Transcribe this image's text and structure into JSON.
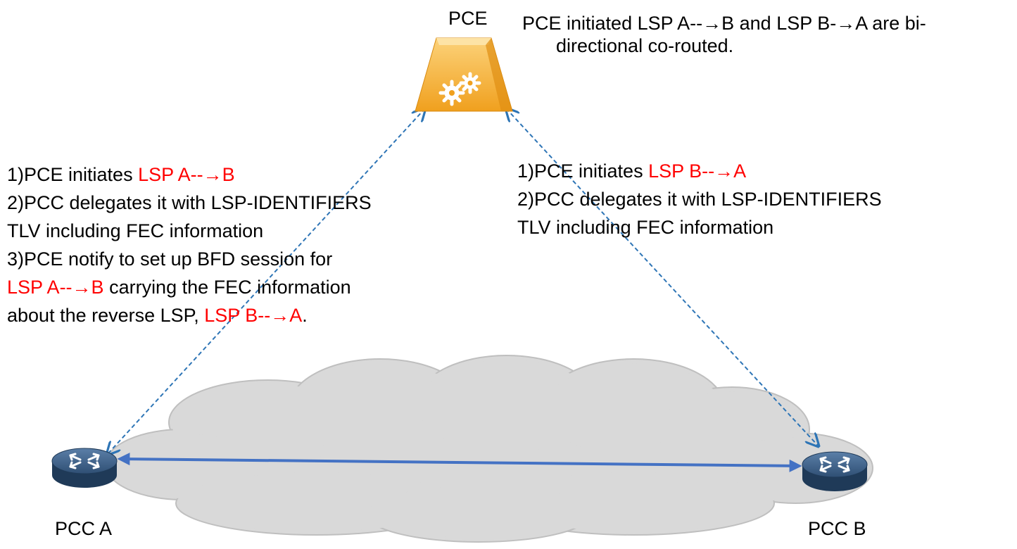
{
  "nodes": {
    "pce": {
      "label": "PCE"
    },
    "pcc_a": {
      "label": "PCC A"
    },
    "pcc_b": {
      "label": "PCC B"
    }
  },
  "top_note": {
    "line1": "PCE initiated LSP A--→B  and LSP B-→A are bi-",
    "line2": "directional  co-routed."
  },
  "left_steps": {
    "l1_prefix": "1)PCE initiates ",
    "l1_red": "LSP  A--→B",
    "l2": "2)PCC delegates it with LSP-IDENTIFIERS",
    "l3": "TLV including FEC information",
    "l4": "3)PCE notify to set up BFD session for",
    "l5_red": "LSP  A--→B",
    "l5_suffix": " carrying the FEC information",
    "l6_prefix": "about the reverse LSP, ",
    "l6_red": "LSP  B--→A",
    "l6_suffix": "."
  },
  "right_steps": {
    "r1_prefix": "1)PCE initiates ",
    "r1_red": "LSP  B--→A",
    "r2": "2)PCC delegates it with LSP-IDENTIFIERS",
    "r3": "TLV including FEC information"
  },
  "colors": {
    "highlight": "#ff0000",
    "link_blue": "#4472c4",
    "dashed_blue": "#2e75b6",
    "pce_orange": "#f5a623",
    "router_blue": "#2f4f74",
    "cloud_gray": "#d9d9d9"
  },
  "icons": {
    "pce": "gear-server-icon",
    "router": "router-icon",
    "network": "cloud-icon"
  }
}
